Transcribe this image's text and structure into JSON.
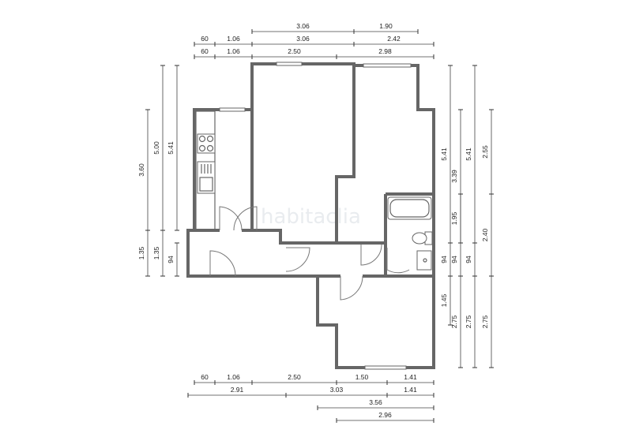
{
  "watermark": "habitaclia",
  "dimensions": {
    "top": [
      {
        "label": "3.06"
      },
      {
        "label": "1.90"
      },
      {
        "label": "60"
      },
      {
        "label": "1.06"
      },
      {
        "label": "3.06"
      },
      {
        "label": "2.42"
      },
      {
        "label": "60"
      },
      {
        "label": "1.06"
      },
      {
        "label": "2.50"
      },
      {
        "label": "2.98"
      }
    ],
    "bottom": [
      {
        "label": "60"
      },
      {
        "label": "1.06"
      },
      {
        "label": "2.50"
      },
      {
        "label": "1.50"
      },
      {
        "label": "1.41"
      },
      {
        "label": "2.91"
      },
      {
        "label": "3.03"
      },
      {
        "label": "1.41"
      },
      {
        "label": "3.56"
      },
      {
        "label": "2.96"
      }
    ],
    "left": [
      {
        "label": "3.60"
      },
      {
        "label": "5.00"
      },
      {
        "label": "5.41"
      },
      {
        "label": "1.35"
      },
      {
        "label": "1.35"
      },
      {
        "label": "94"
      }
    ],
    "right": [
      {
        "label": "5.41"
      },
      {
        "label": "3.39"
      },
      {
        "label": "5.41"
      },
      {
        "label": "2.55"
      },
      {
        "label": "1.95"
      },
      {
        "label": "94"
      },
      {
        "label": "94"
      },
      {
        "label": "94"
      },
      {
        "label": "2.40"
      },
      {
        "label": "1.45"
      },
      {
        "label": "2.75"
      },
      {
        "label": "2.75"
      },
      {
        "label": "2.75"
      }
    ]
  }
}
